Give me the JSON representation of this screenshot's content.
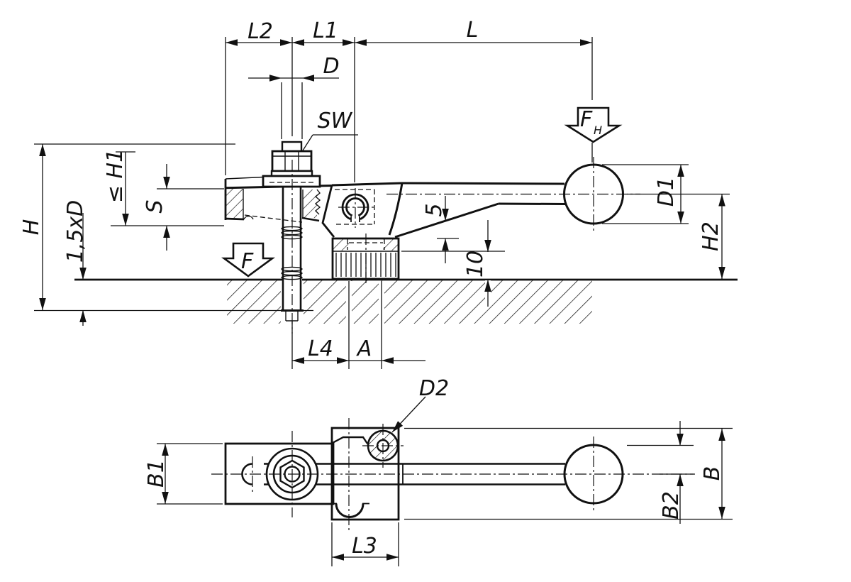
{
  "title": "Clamping spanner dimensional drawing",
  "colors": {
    "ink": "#111111",
    "background": "#ffffff"
  },
  "views": {
    "side": {
      "dims": {
        "l2": "L2",
        "l1": "L1",
        "l": "L",
        "d": "D",
        "sw": "SW",
        "h": "H",
        "h1": "≤ H1",
        "s": "S",
        "d15": "1,5xD",
        "five": "5",
        "ten": "10",
        "d1": "D1",
        "h2": "H2",
        "l4": "L4",
        "a": "A",
        "d2": "D2"
      },
      "forces": {
        "f": "F",
        "fh_main": "F",
        "fh_sub": "H"
      }
    },
    "plan": {
      "dims": {
        "b1": "B1",
        "l3": "L3",
        "b": "B",
        "b2": "B2"
      }
    }
  }
}
